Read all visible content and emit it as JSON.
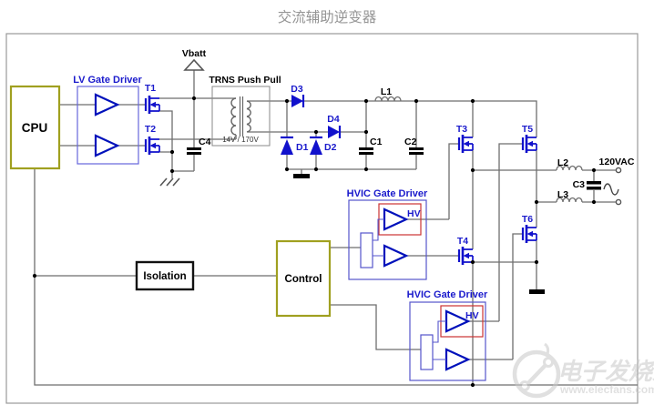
{
  "title": "交流辅助逆变器",
  "colors": {
    "component_blue": "#1111cc",
    "label_blue": "#1a1acc",
    "box_olive": "#a0a020",
    "red_accent": "#cc3333",
    "wire_gray": "#6e6e6e",
    "title_gray": "#949494",
    "watermark_gray": "#c8c8c8"
  },
  "blocks": {
    "cpu": "CPU",
    "lv_driver": "LV Gate Driver",
    "transformer_name": "TRNS Push Pull",
    "transformer_ratio": "14V / 170V",
    "hvic_driver_1": "HVIC Gate Driver",
    "hvic_driver_2": "HVIC Gate Driver",
    "hv_label_1": "HV",
    "hv_label_2": "HV",
    "isolation": "Isolation",
    "control": "Control"
  },
  "nets": {
    "vbatt": "Vbatt",
    "output": "120VAC"
  },
  "components": {
    "t1": "T1",
    "t2": "T2",
    "t3": "T3",
    "t4": "T4",
    "t5": "T5",
    "t6": "T6",
    "d1": "D1",
    "d2": "D2",
    "d3": "D3",
    "d4": "D4",
    "c1": "C1",
    "c2": "C2",
    "c3": "C3",
    "c4": "C4",
    "l1": "L1",
    "l2": "L2",
    "l3": "L3"
  },
  "watermark": {
    "brand": "电子发烧友",
    "url": "www.elecfans.com"
  }
}
